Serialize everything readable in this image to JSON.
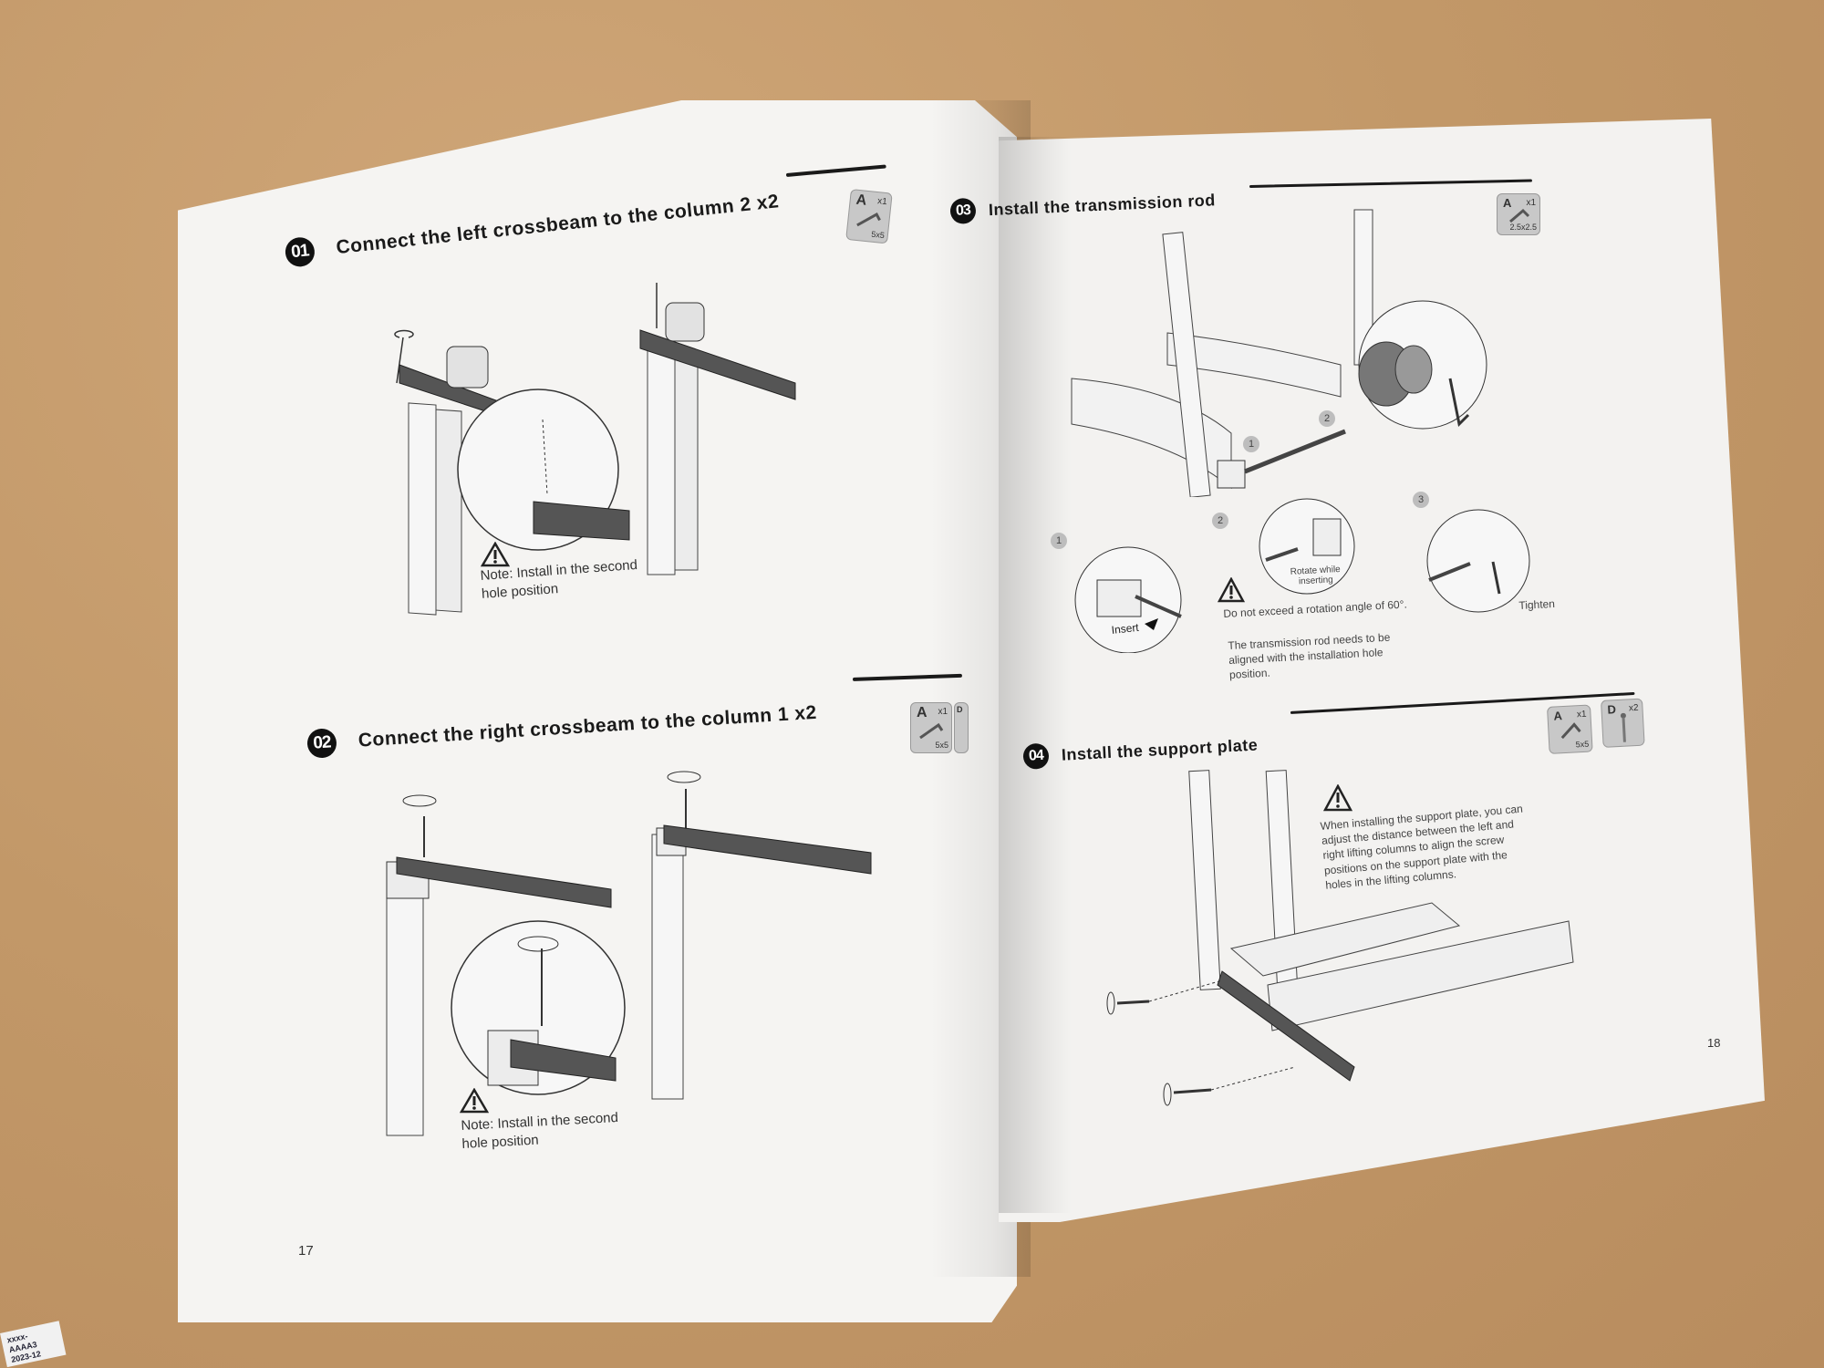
{
  "document": {
    "type": "assembly instruction manual",
    "spread_pages": [
      "17",
      "18"
    ]
  },
  "left_page": {
    "page_number": "17",
    "steps": [
      {
        "number": "01",
        "title": "Connect the left crossbeam to the column 2 x2",
        "tools": [
          {
            "letter": "A",
            "qty": "x1",
            "size": "5x5",
            "icon": "allen-key-icon"
          }
        ],
        "note": "Note: Install in the second hole position"
      },
      {
        "number": "02",
        "title": "Connect the right crossbeam to the column 1 x2",
        "tools": [
          {
            "letter": "A",
            "qty": "x1",
            "size": "5x5",
            "icon": "allen-key-icon"
          },
          {
            "letter": "D",
            "qty": "",
            "size": "",
            "icon": "screw-icon"
          }
        ],
        "note": "Note: Install in the second hole position"
      }
    ]
  },
  "right_page": {
    "page_number": "18",
    "steps": [
      {
        "number": "03",
        "title": "Install the transmission rod",
        "tools": [
          {
            "letter": "A",
            "qty": "x1",
            "size": "2.5x2.5",
            "icon": "allen-key-icon"
          }
        ],
        "callouts": [
          {
            "num": "1",
            "label": "Insert"
          },
          {
            "num": "2",
            "label": "Rotate while inserting"
          },
          {
            "num": "3",
            "label": "Tighten"
          }
        ],
        "warning": "Do not exceed a rotation angle of 60°.",
        "note": "The transmission rod needs to be aligned with the installation hole position."
      },
      {
        "number": "04",
        "title": "Install the support plate",
        "tools": [
          {
            "letter": "A",
            "qty": "x1",
            "size": "5x5",
            "icon": "allen-key-icon"
          },
          {
            "letter": "D",
            "qty": "x2",
            "size": "",
            "icon": "screw-icon"
          }
        ],
        "warning": "When installing the support plate, you can adjust the distance between the left and right lifting columns to align the screw positions on the support plate with the holes in the lifting columns."
      }
    ]
  },
  "sticker": {
    "line1": "xxxx-AAAA3",
    "line2": "2023-12"
  },
  "colors": {
    "table_surface": "#c49a6c",
    "paper": "#f4f3f1",
    "ink": "#1a1a1a",
    "badge_gray": "#c8c8c8"
  }
}
